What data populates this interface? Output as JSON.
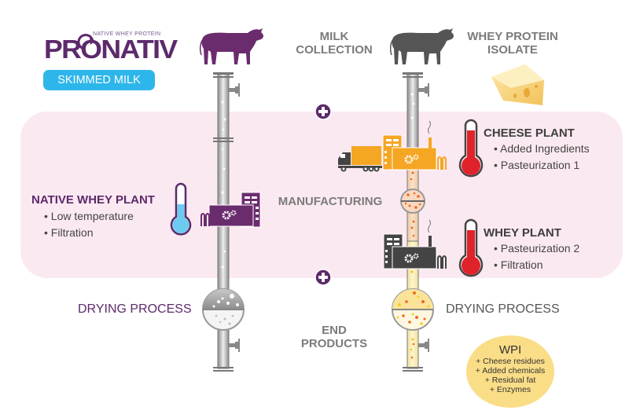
{
  "brand": {
    "logo_text": "PRONATIV",
    "logo_tagline": "NATIVE WHEY PROTEIN",
    "left_product_label": "SKIMMED MILK"
  },
  "stages": {
    "milk_collection": "MILK\nCOLLECTION",
    "manufacturing": "MANUFACTURING",
    "end_products": "END\nPRODUCTS"
  },
  "right_product_label": "WHEY PROTEIN\nISOLATE",
  "left_process": {
    "plant_title": "NATIVE WHEY PLANT",
    "bullets": [
      "Low temperature",
      "Filtration"
    ],
    "drying_label": "DRYING PROCESS"
  },
  "right_process": {
    "cheese_plant": {
      "title": "CHEESE PLANT",
      "bullets": [
        "Added Ingredients",
        "Pasteurization 1"
      ]
    },
    "whey_plant": {
      "title": "WHEY PLANT",
      "bullets": [
        "Pasteurization 2",
        "Filtration"
      ]
    },
    "drying_label": "DRYING PROCESS"
  },
  "end_product_bubble": {
    "title": "WPI",
    "lines": [
      "+ Cheese residues",
      "+ Added chemicals",
      "+ Residual fat",
      "+ Enzymes"
    ]
  },
  "icons": [
    "cow-icon",
    "cheese-icon",
    "pipe-icon",
    "valve-icon",
    "factory-icon",
    "gear-icon",
    "truck-icon",
    "thermometer-icon",
    "plus-icon",
    "dryer-sphere-icon"
  ],
  "colors": {
    "brand_purple": "#5c2a6b",
    "skimmed_pill": "#2db6ea",
    "stage_gray": "#7b7b7b",
    "band_pink": "#fbe9f1",
    "cheese_orange": "#f5a623",
    "hot_red": "#e0222b",
    "cold_blue": "#6dcbef",
    "wpi_yellow": "#fadd87",
    "factory_gray": "#444444"
  }
}
